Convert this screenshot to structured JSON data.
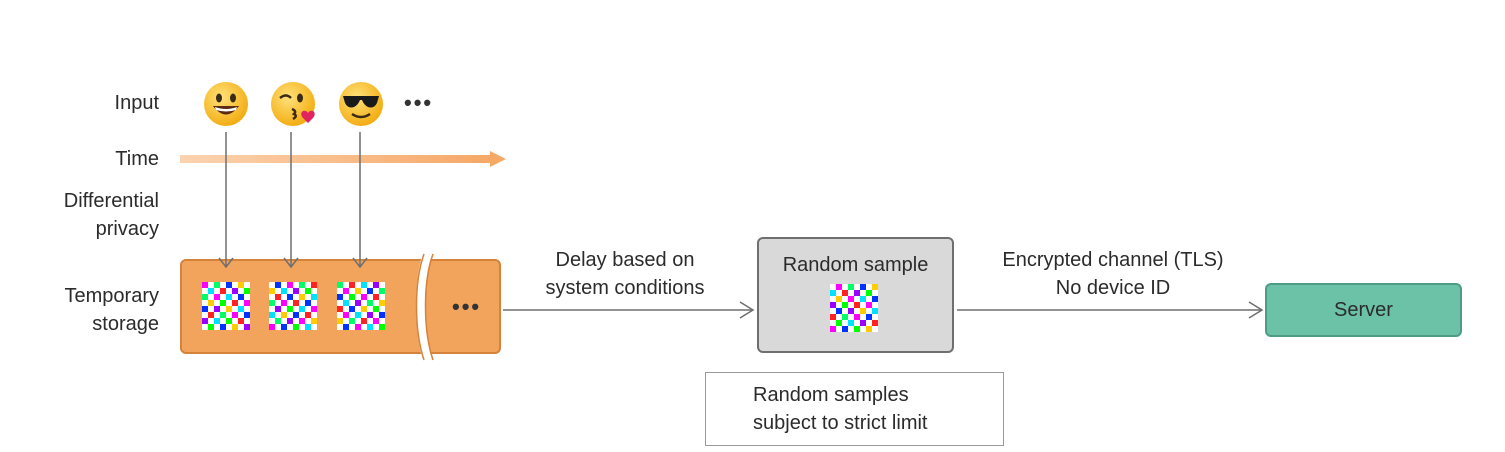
{
  "labels": {
    "input": "Input",
    "time": "Time",
    "differential_privacy": "Differential\nprivacy",
    "temporary_storage": "Temporary\nstorage"
  },
  "ellipsis": "•••",
  "emojis": [
    {
      "name": "grinning-face-emoji",
      "glyph": "😀"
    },
    {
      "name": "kissing-face-emoji",
      "glyph": "😘"
    },
    {
      "name": "sunglasses-face-emoji",
      "glyph": "😎"
    }
  ],
  "delay_label": "Delay based on\nsystem conditions",
  "random_sample": {
    "title": "Random sample"
  },
  "channel_label": "Encrypted channel (TLS)\nNo device ID",
  "server": {
    "label": "Server"
  },
  "limit_note": "Random samples\nsubject to strict limit",
  "colors": {
    "storage_fill": "#f3a45c",
    "storage_stroke": "#d5823a",
    "time_arrow": "#f7b37a",
    "server_fill": "#6cc2a7",
    "sample_fill": "#d9d9d9",
    "arrow": "#6e6e6e"
  }
}
